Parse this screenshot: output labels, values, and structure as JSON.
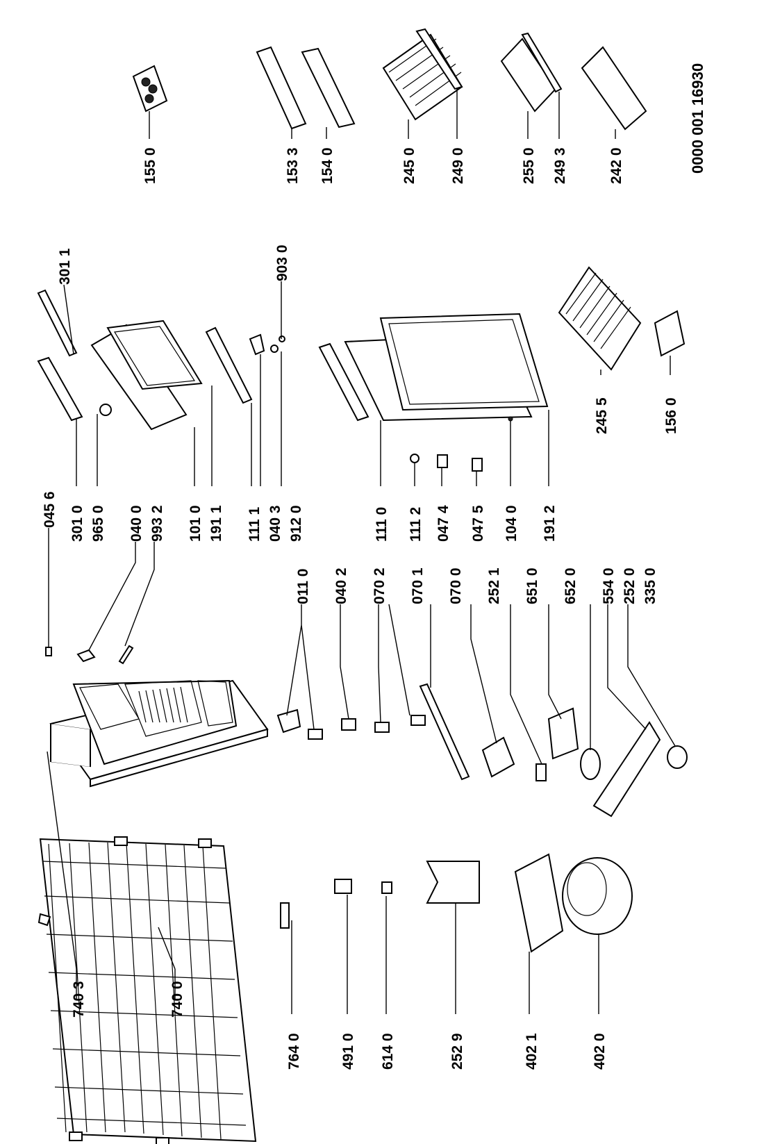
{
  "document_number": "0000 001 16930",
  "labels": {
    "p7403": "740 3",
    "p7400": "740 0",
    "p7640": "764 0",
    "p4910": "491 0",
    "p6140": "614 0",
    "p2529": "252 9",
    "p4021": "402 1",
    "p4020": "402 0",
    "p0110": "011 0",
    "p0402": "040 2",
    "p0702": "070 2",
    "p0701": "070 1",
    "p0700": "070 0",
    "p2521": "252 1",
    "p6510": "651 0",
    "p6520": "652 0",
    "p5540": "554 0",
    "p2520": "252 0",
    "p3350": "335 0",
    "p0456": "045 6",
    "p3010": "301 0",
    "p9650": "965 0",
    "p0400": "040 0",
    "p9932": "993 2",
    "p1010": "101 0",
    "p1911": "191 1",
    "p1111": "111 1",
    "p0403": "040 3",
    "p9120": "912 0",
    "p1110": "111 0",
    "p1112": "111 2",
    "p0474": "047 4",
    "p0475": "047 5",
    "p1040": "104 0",
    "p1912": "191 2",
    "p3011": "301 1",
    "p9030": "903 0",
    "p2455": "245 5",
    "p1560": "156 0",
    "p1550": "155 0",
    "p1533": "153 3",
    "p1540": "154 0",
    "p2450": "245 0",
    "p2490": "249 0",
    "p2550": "255 0",
    "p2493": "249 3",
    "p2420": "242 0"
  }
}
